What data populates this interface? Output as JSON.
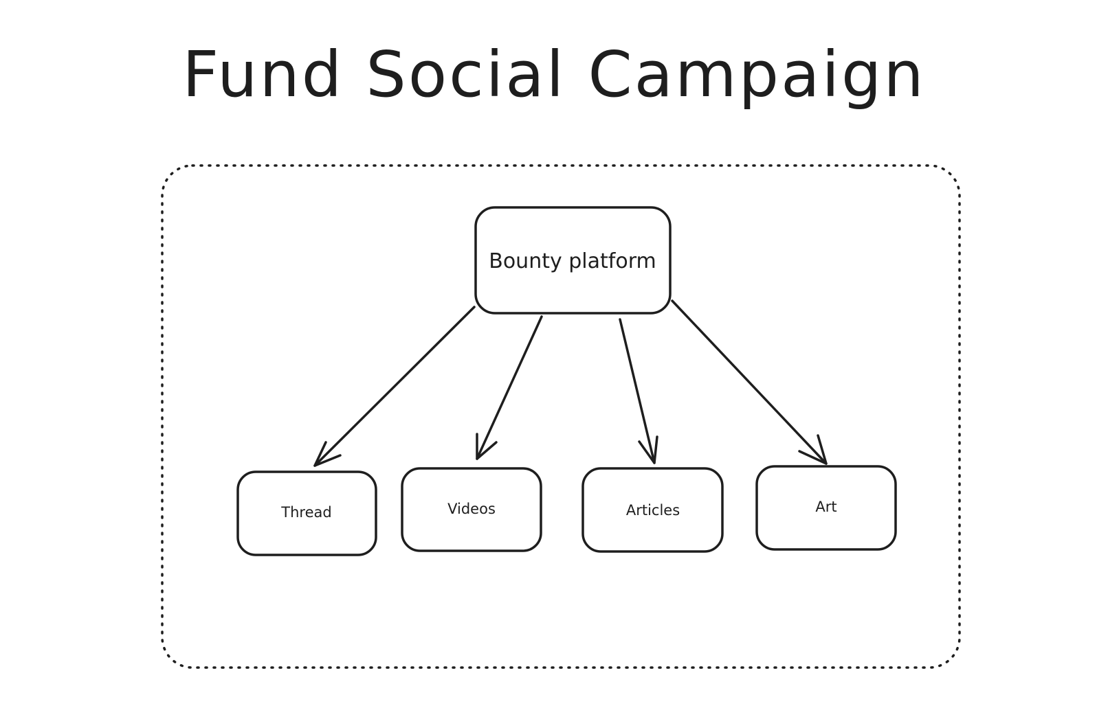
{
  "title": "Fund Social Campaign",
  "diagram": {
    "root": {
      "label": "Bounty platform"
    },
    "children": [
      {
        "label": "Thread"
      },
      {
        "label": "Videos"
      },
      {
        "label": "Articles"
      },
      {
        "label": "Art"
      }
    ]
  },
  "colors": {
    "stroke": "#1e1e1e",
    "background": "#ffffff"
  }
}
